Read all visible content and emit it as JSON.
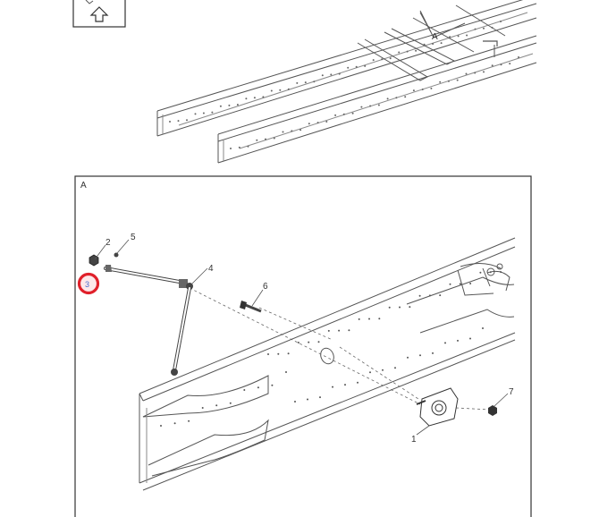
{
  "view_label": "A",
  "callouts": [
    {
      "id": "callout-1",
      "text": "1"
    },
    {
      "id": "callout-2",
      "text": "2"
    },
    {
      "id": "callout-3",
      "text": "3",
      "highlighted": true
    },
    {
      "id": "callout-4",
      "text": "4"
    },
    {
      "id": "callout-5",
      "text": "5"
    },
    {
      "id": "callout-6",
      "text": "6"
    },
    {
      "id": "callout-7",
      "text": "7"
    }
  ],
  "overview_marker": "A",
  "colors": {
    "line": "#555555",
    "highlight": "#e0202a",
    "hotspot_text": "#4a6fd0"
  },
  "icons": {
    "orientation": "up-arrow-icon"
  }
}
